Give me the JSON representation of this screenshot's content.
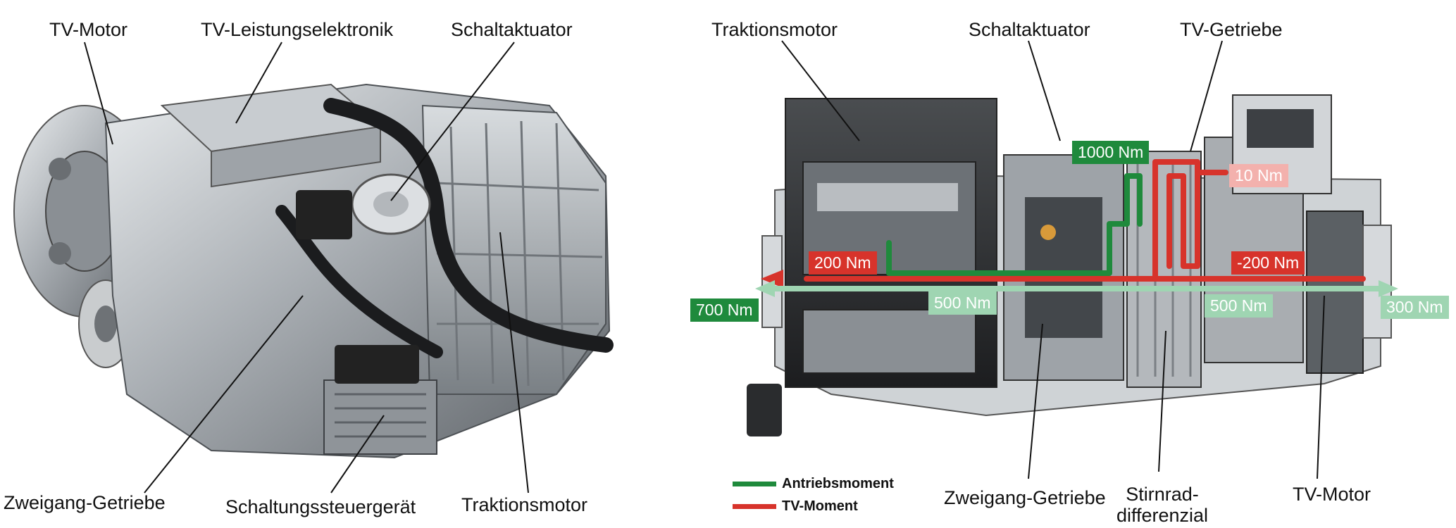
{
  "left_panel": {
    "labels": {
      "tv_motor": "TV-Motor",
      "tv_power": "TV-Leistungselektronik",
      "shift_actuator": "Schaltaktuator",
      "two_speed": "Zweigang-Getriebe",
      "shift_ecu": "Schaltungssteuergerät",
      "traction_motor": "Traktionsmotor"
    }
  },
  "right_panel": {
    "labels": {
      "traction_motor": "Traktionsmotor",
      "shift_actuator": "Schaltaktuator",
      "tv_gear": "TV-Getriebe",
      "two_speed": "Zweigang-Getriebe",
      "spur_diff_line1": "Stirnrad-",
      "spur_diff_line2": "differenzial",
      "tv_motor": "TV-Motor"
    },
    "torques": {
      "t1000": "1000 Nm",
      "t10": "10 Nm",
      "t200": "200 Nm",
      "tminus200": "-200 Nm",
      "t700": "700 Nm",
      "t500a": "500 Nm",
      "t500b": "500 Nm",
      "t300": "300 Nm"
    },
    "legend": {
      "drive": "Antriebsmoment",
      "tv": "TV-Moment"
    }
  },
  "colors": {
    "drive_torque": "#1f8a3c",
    "drive_torque_light": "#9fd5b2",
    "tv_torque": "#d7332b",
    "tv_torque_light": "#f3b1ad"
  }
}
